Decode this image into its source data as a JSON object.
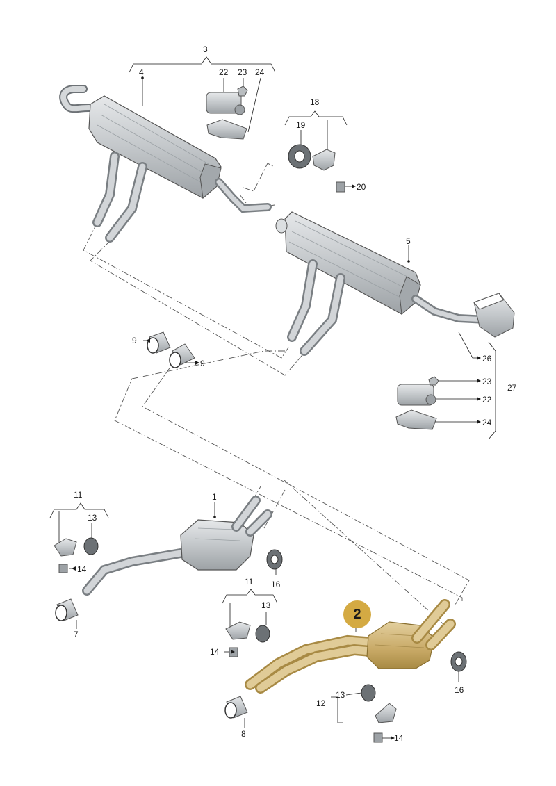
{
  "callout": {
    "label": "2"
  },
  "labels": {
    "l1": "1",
    "l3": "3",
    "l4": "4",
    "l5": "5",
    "l7": "7",
    "l8": "8",
    "l9a": "9",
    "l9b": "9",
    "l11a": "11",
    "l11b": "11",
    "l12": "12",
    "l13a": "13",
    "l13b": "13",
    "l13c": "13",
    "l14a": "14",
    "l14b": "14",
    "l14c": "14",
    "l16a": "16",
    "l16b": "16",
    "l18": "18",
    "l19": "19",
    "l20": "20",
    "l22a": "22",
    "l22b": "22",
    "l23a": "23",
    "l23b": "23",
    "l24a": "24",
    "l24b": "24",
    "l26": "26",
    "l27": "27"
  },
  "colors": {
    "line": "#1a1a1a",
    "part_fill": "#c9ccce",
    "part_dark": "#8c9094",
    "highlight_fill": "#c8a966",
    "highlight_stroke": "#b8962e",
    "callout": "#d4aa43"
  },
  "icons": [
    "muffler-icon",
    "tailpipe-icon",
    "clamp-icon",
    "bracket-icon",
    "rubber-mount-icon",
    "bolt-icon",
    "actuator-icon"
  ]
}
